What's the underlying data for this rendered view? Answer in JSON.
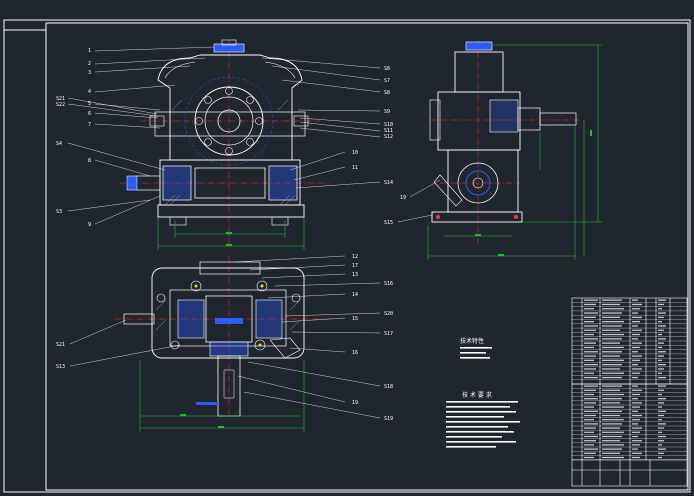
{
  "colors": {
    "background": "#1f2630",
    "outline": "#ffffff",
    "center_line": "#e0201c",
    "dimension": "#19c219",
    "hidden": "#2a5cff",
    "leader": "#ffffff",
    "section": "#c0c0c0"
  },
  "front_view_labels": {
    "left": [
      "1",
      "2",
      "3",
      "4",
      "5",
      "6",
      "7",
      "8",
      "9",
      "S3",
      "S4",
      "S21",
      "S22"
    ],
    "right": [
      "S6",
      "S7",
      "S8",
      "S9",
      "S10",
      "S11",
      "S12",
      "10",
      "11",
      "S14"
    ]
  },
  "side_view_labels": [
    "19",
    "S15"
  ],
  "top_view_labels": {
    "right": [
      "12",
      "17",
      "13",
      "S16",
      "14",
      "S20",
      "15",
      "S17",
      "16",
      "S18",
      "19",
      "S19"
    ],
    "left": [
      "S21",
      "S13"
    ]
  },
  "notes": {
    "tech_char_title": "技术特性",
    "tech_req_title": "技 术 要 求"
  }
}
